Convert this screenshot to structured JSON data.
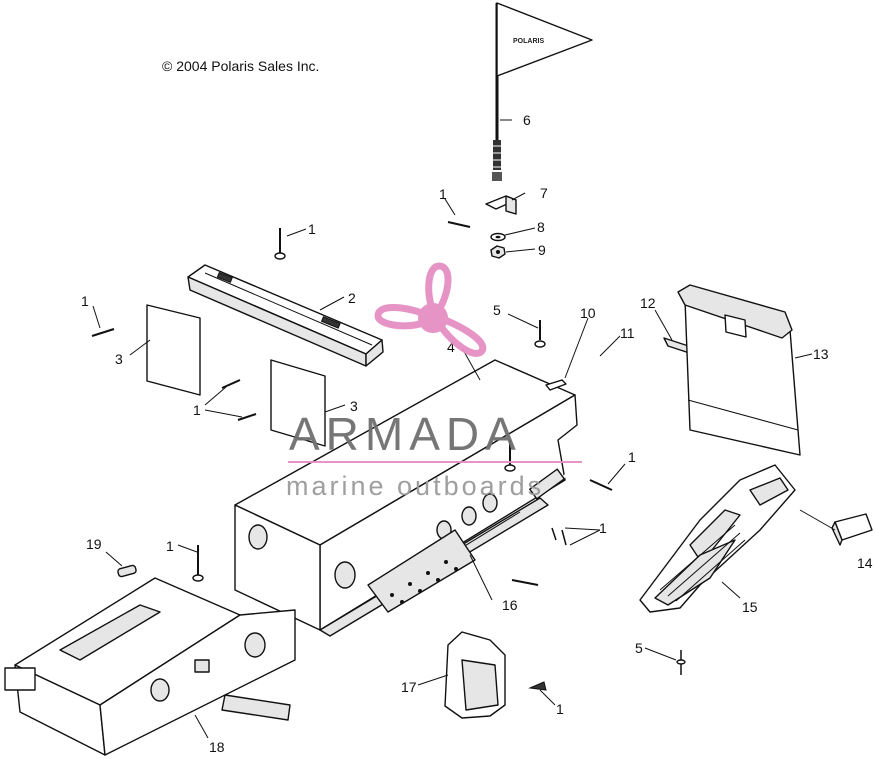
{
  "copyright": "© 2004 Polaris Sales Inc.",
  "flag_text": "POLARIS",
  "watermark": {
    "brand": "ARMADA",
    "tagline": "marine outboards",
    "color_pink": "#e58fc2",
    "color_gray": "#6f6f6f"
  },
  "callouts": {
    "c1a": "1",
    "c1b": "1",
    "c1c": "1",
    "c1d": "1",
    "c1e": "1",
    "c1f": "1",
    "c1g": "1",
    "c1h": "1",
    "c2": "2",
    "c3a": "3",
    "c3b": "3",
    "c4": "4",
    "c5a": "5",
    "c5b": "5",
    "c6": "6",
    "c7": "7",
    "c8": "8",
    "c9": "9",
    "c10": "10",
    "c11": "11",
    "c12": "12",
    "c13": "13",
    "c14": "14",
    "c15": "15",
    "c16": "16",
    "c17": "17",
    "c18": "18",
    "c19": "19"
  }
}
